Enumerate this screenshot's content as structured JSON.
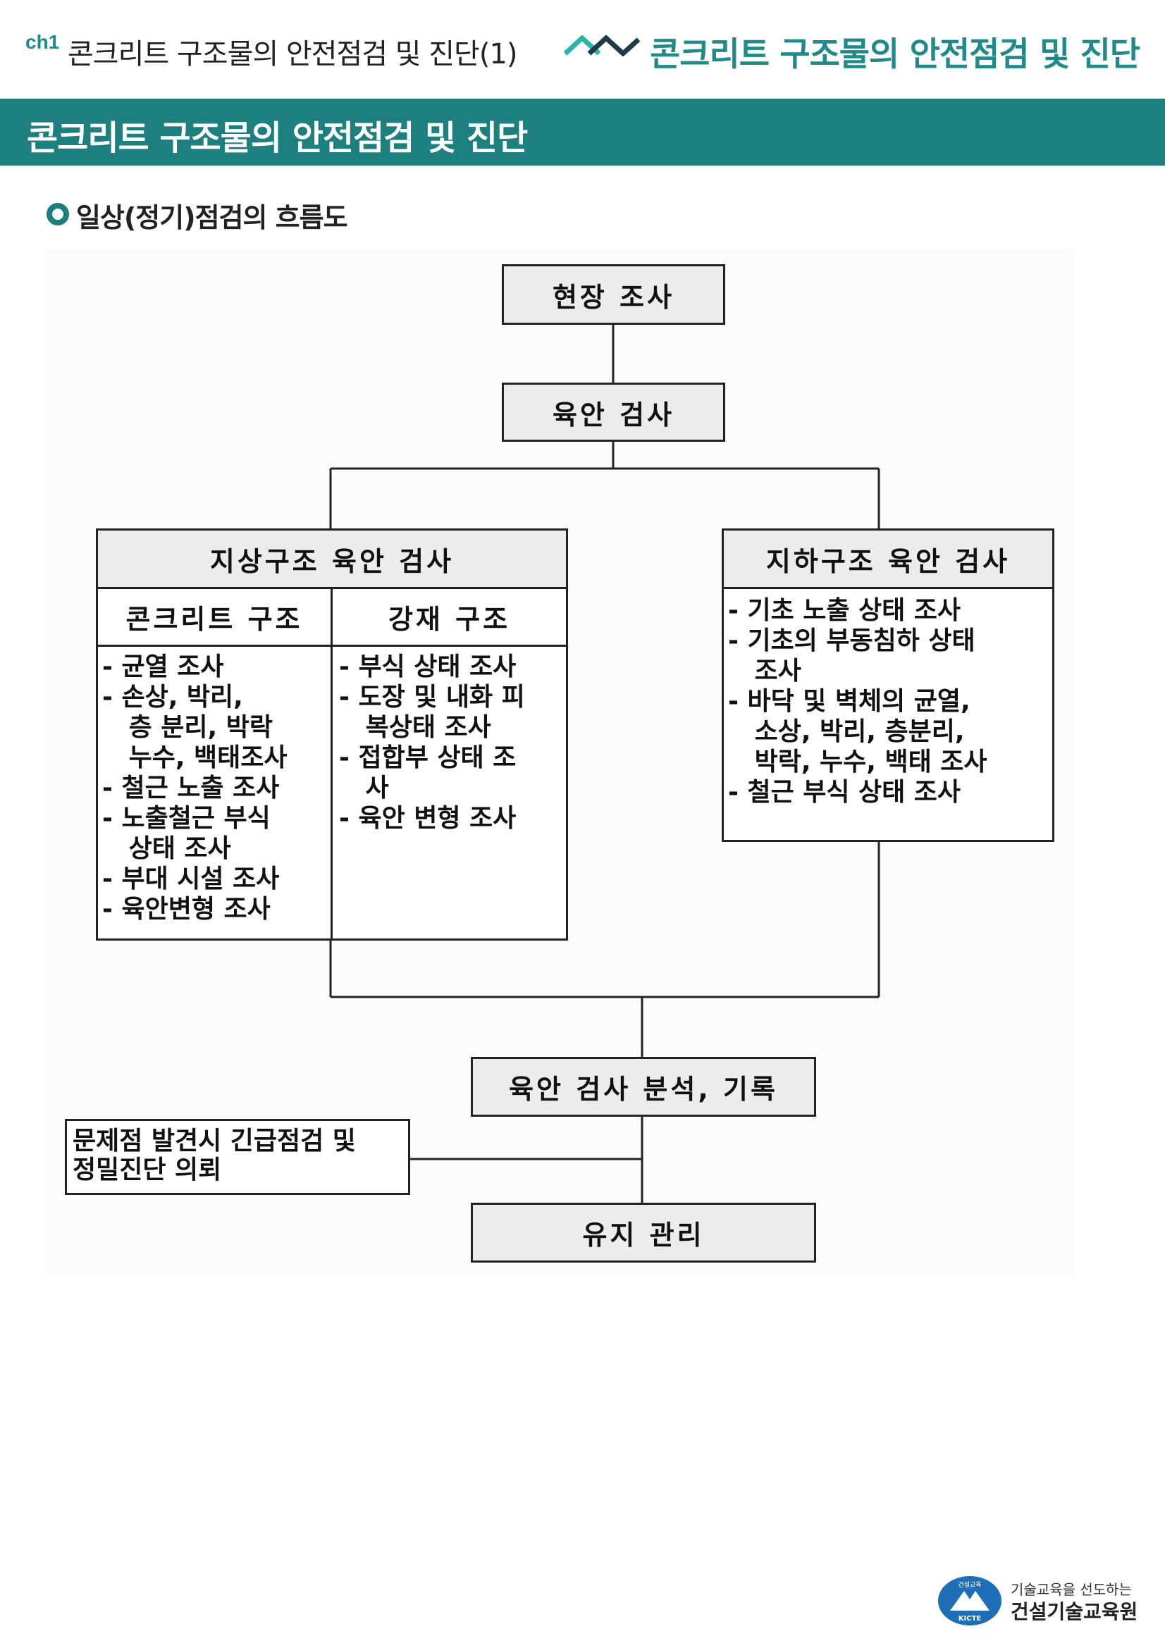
{
  "header": {
    "chapter_tag": "ch1",
    "chapter_title": "콘크리트 구조물의 안전점검 및 진단(1)",
    "brand_title": "콘크리트 구조물의 안전점검 및 진단"
  },
  "banner": {
    "title": "콘크리트 구조물의 안전점검 및 진단"
  },
  "section": {
    "title": "일상(정기)점검의 흐름도"
  },
  "flowchart": {
    "site_survey": "현장 조사",
    "visual_inspection": "육안 검사",
    "above_ground": {
      "title": "지상구조 육안 검사",
      "concrete": {
        "heading": "콘크리트 구조",
        "items": [
          "- 균열 조사",
          "- 손상, 박리,",
          "   층 분리, 박락",
          "   누수, 백태조사",
          "- 철근 노출 조사",
          "- 노출철근 부식",
          "   상태 조사",
          "- 부대 시설 조사",
          "- 육안변형 조사"
        ]
      },
      "steel": {
        "heading": "강재 구조",
        "items": [
          "- 부식 상태 조사",
          "- 도장 및 내화 피",
          "   복상태 조사",
          "- 접합부 상태 조",
          "   사",
          "- 육안 변형 조사"
        ]
      }
    },
    "underground": {
      "title": "지하구조 육안 검사",
      "items": [
        "- 기초 노출 상태 조사",
        "- 기초의 부동침하 상태",
        "   조사",
        "- 바닥 및 벽체의 균열,",
        "   소상, 박리, 층분리,",
        "   박락, 누수, 백태 조사",
        "- 철근 부식 상태 조사"
      ]
    },
    "analysis": "육안 검사 분석, 기록",
    "problem_note": "문제점 발견시 긴급점검 및\n정밀진단 의뢰",
    "maintenance": "유지 관리"
  },
  "footer": {
    "tagline": "기술교육을 선도하는",
    "org_name": "건설기술교육원",
    "logo_top_text": "건설교육",
    "logo_bottom_text": "KICTE"
  },
  "colors": {
    "accent": "#1e7f7f",
    "box_fill": "#ececec",
    "line": "#222222"
  }
}
